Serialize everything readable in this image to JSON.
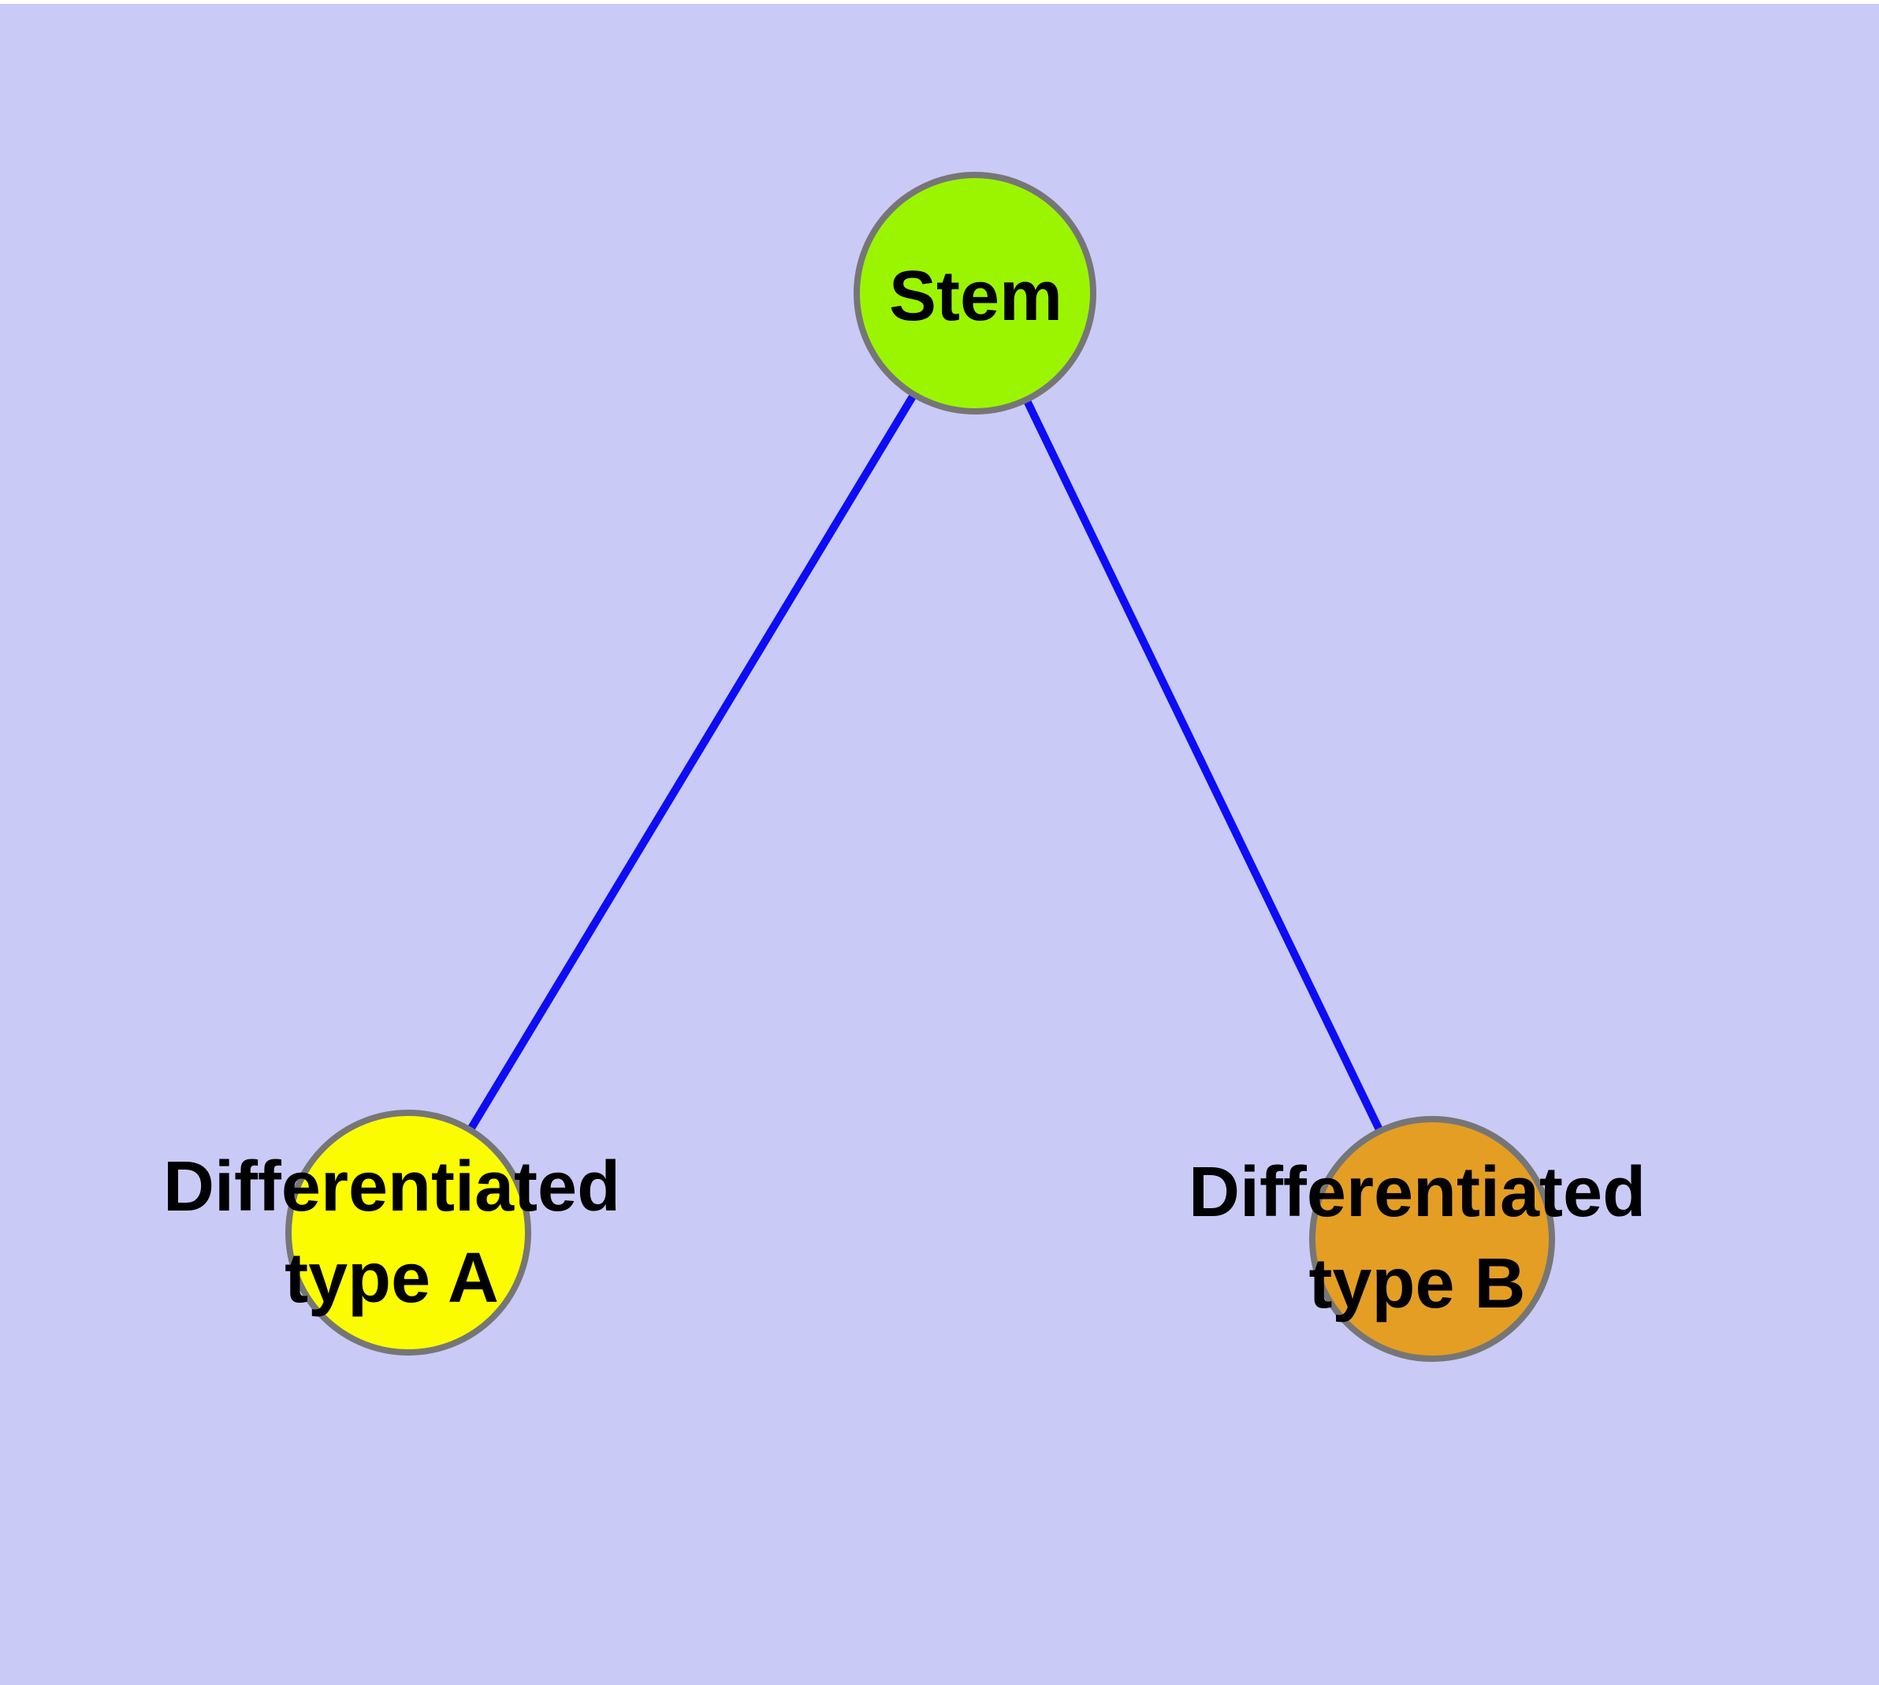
{
  "diagram": {
    "type": "node-link-graph",
    "background_color": "#CACAF7",
    "top_margin_color": "#FFFFFF",
    "edge_color": "#0D0DF5",
    "node_border_color": "#767676",
    "label_color": "#000000",
    "nodes": [
      {
        "id": "stem",
        "label": "Stem",
        "fill": "#9BF500"
      },
      {
        "id": "differentiated-type-a",
        "label_line1": "Differentiated",
        "label_line2": "type A",
        "fill": "#FCFC00"
      },
      {
        "id": "differentiated-type-b",
        "label_line1": "Differentiated",
        "label_line2": "type B",
        "fill": "#E49E24"
      }
    ],
    "edges": [
      {
        "from": "Stem",
        "to": "Differentiated type A"
      },
      {
        "from": "Stem",
        "to": "Differentiated type B"
      }
    ]
  }
}
